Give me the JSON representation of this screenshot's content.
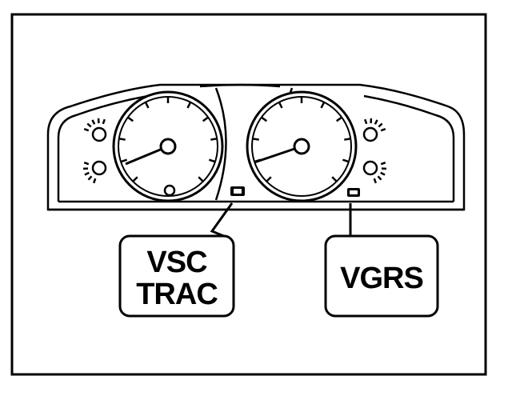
{
  "diagram": {
    "callouts": [
      {
        "id": "vsc-trac",
        "lines": [
          "VSC",
          "TRAC"
        ]
      },
      {
        "id": "vgrs",
        "lines": [
          "VGRS"
        ]
      }
    ],
    "colors": {
      "stroke": "#000000",
      "background": "#ffffff"
    }
  }
}
